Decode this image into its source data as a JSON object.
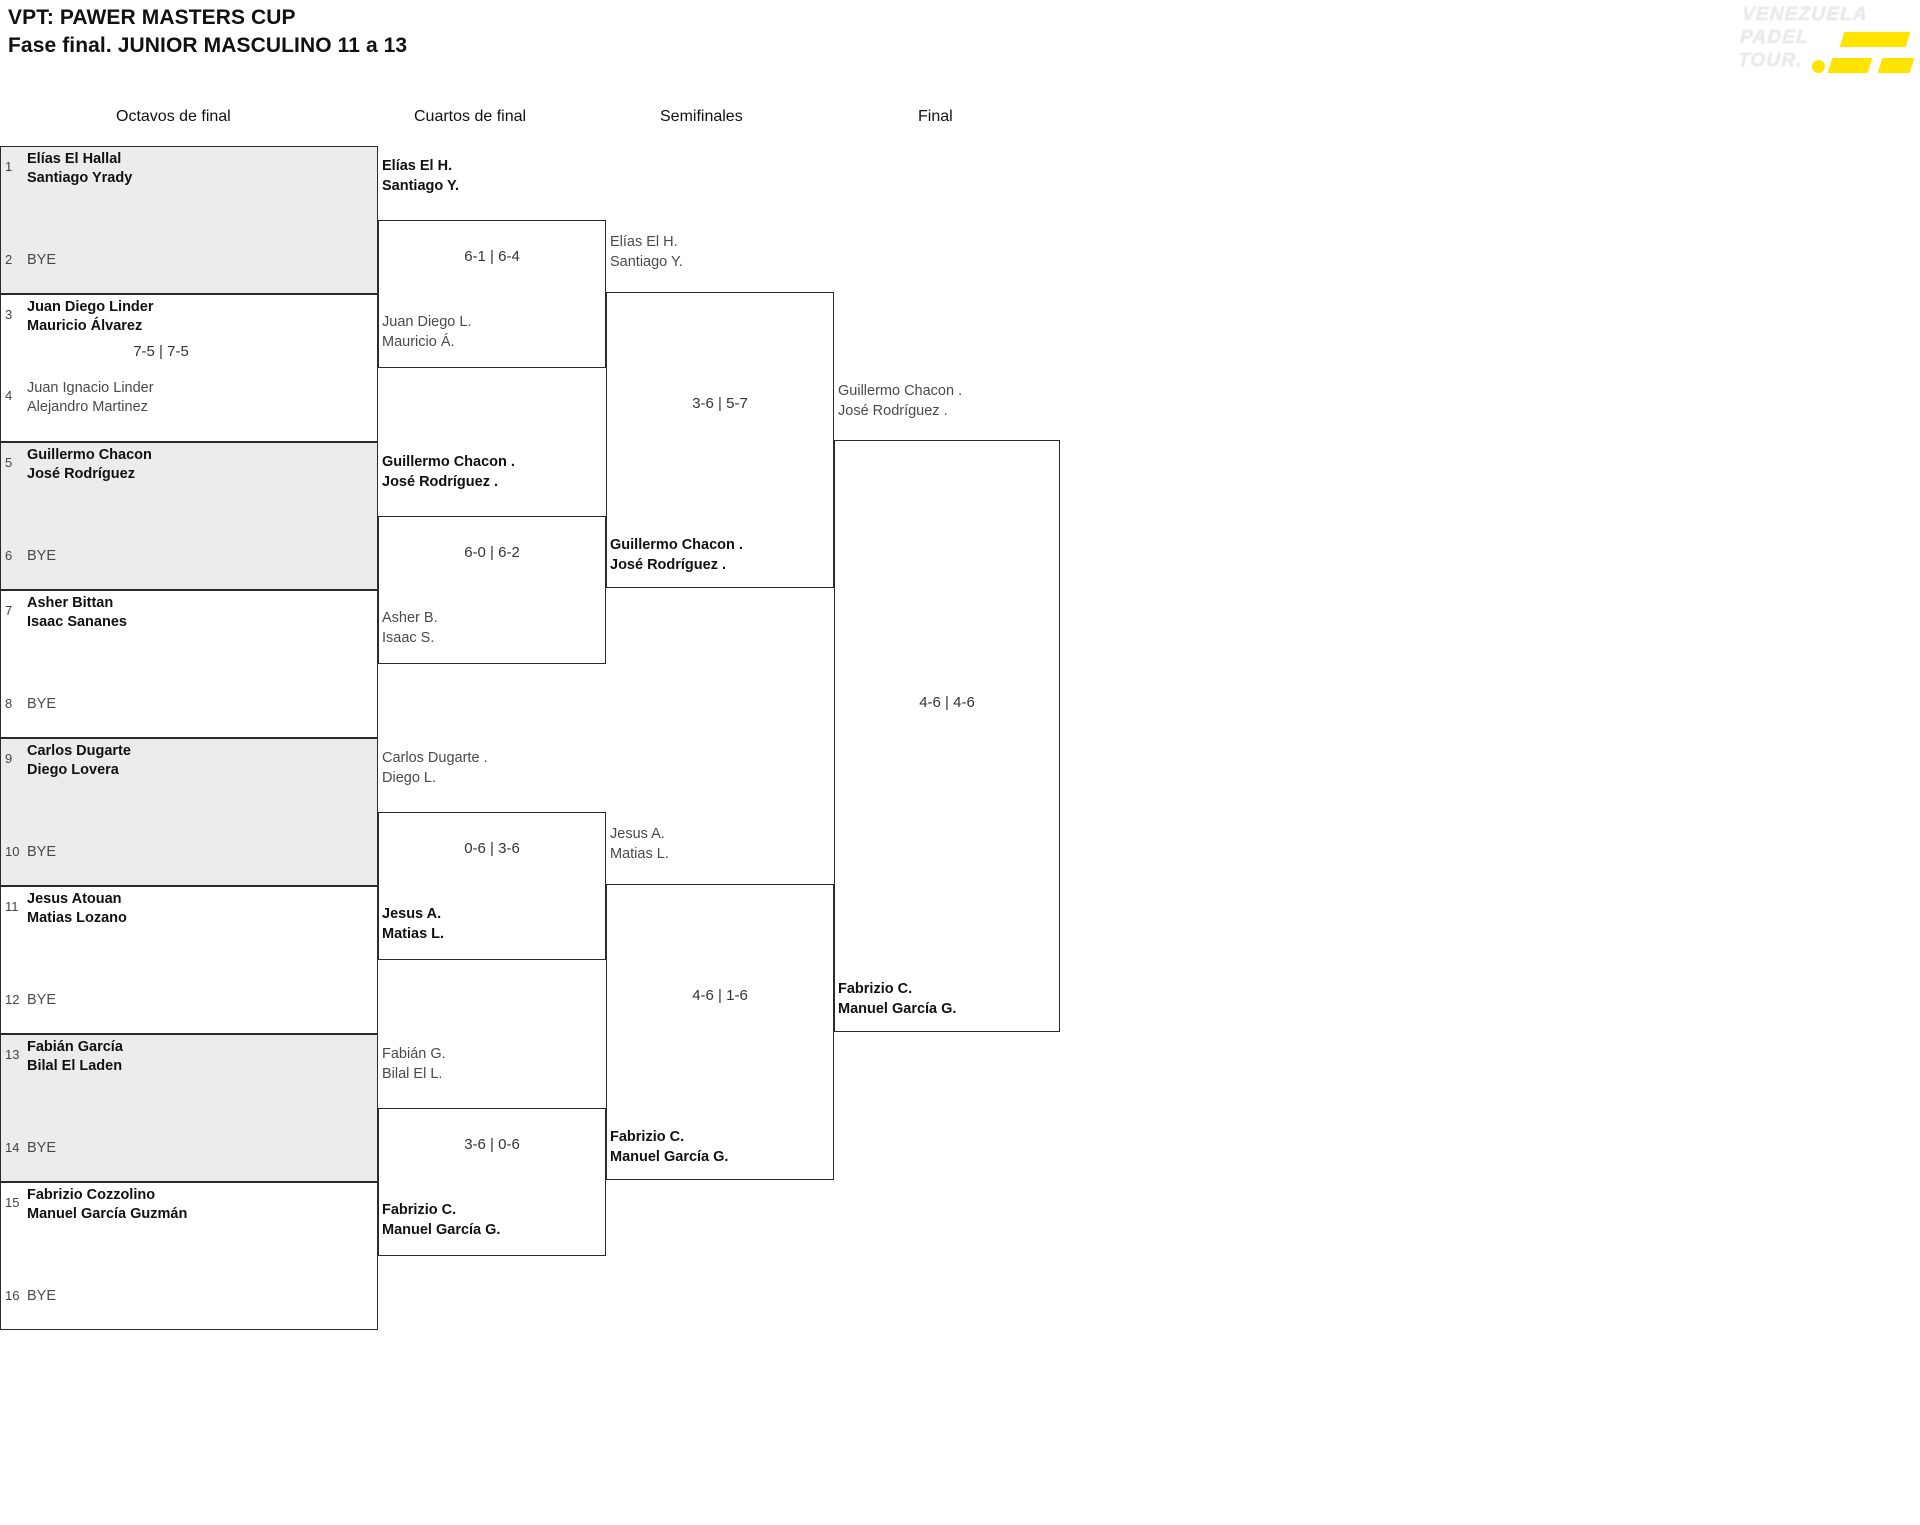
{
  "header": {
    "title_line1": "VPT: PAWER MASTERS CUP",
    "title_line2": "Fase final. JUNIOR MASCULINO 11 a 13"
  },
  "logo": {
    "line1": "VENEZUELA",
    "line2": "PADEL",
    "line3": "TOUR.",
    "accent_color": "#ffe400"
  },
  "rounds": [
    {
      "label": "Octavos de final"
    },
    {
      "label": "Cuartos de final"
    },
    {
      "label": "Semifinales"
    },
    {
      "label": "Final"
    }
  ],
  "colors": {
    "winner_text": "#111111",
    "loser_text": "#4a4a4a",
    "shaded_row": "#ececec",
    "border": "#2b2b2b"
  },
  "round1": {
    "matches": [
      {
        "score": "",
        "shaded": true,
        "top": {
          "seed": "1",
          "line1": "Elías El Hallal",
          "line2": "Santiago Yrady",
          "status": "winner"
        },
        "bottom": {
          "seed": "2",
          "line1": "BYE",
          "line2": "",
          "status": "loser"
        }
      },
      {
        "score": "7-5 | 7-5",
        "shaded": false,
        "top": {
          "seed": "3",
          "line1": "Juan Diego Linder",
          "line2": "Mauricio Álvarez",
          "status": "winner"
        },
        "bottom": {
          "seed": "4",
          "line1": "Juan Ignacio Linder",
          "line2": "Alejandro Martinez",
          "status": "loser"
        }
      },
      {
        "score": "",
        "shaded": true,
        "top": {
          "seed": "5",
          "line1": "Guillermo Chacon",
          "line2": "José Rodríguez",
          "status": "winner"
        },
        "bottom": {
          "seed": "6",
          "line1": "BYE",
          "line2": "",
          "status": "loser"
        }
      },
      {
        "score": "",
        "shaded": false,
        "top": {
          "seed": "7",
          "line1": "Asher Bittan",
          "line2": "Isaac Sananes",
          "status": "winner"
        },
        "bottom": {
          "seed": "8",
          "line1": "BYE",
          "line2": "",
          "status": "loser"
        }
      },
      {
        "score": "",
        "shaded": true,
        "top": {
          "seed": "9",
          "line1": "Carlos Dugarte",
          "line2": "Diego Lovera",
          "status": "winner"
        },
        "bottom": {
          "seed": "10",
          "line1": "BYE",
          "line2": "",
          "status": "loser"
        }
      },
      {
        "score": "",
        "shaded": false,
        "top": {
          "seed": "11",
          "line1": "Jesus Atouan",
          "line2": "Matias Lozano",
          "status": "winner"
        },
        "bottom": {
          "seed": "12",
          "line1": "BYE",
          "line2": "",
          "status": "loser"
        }
      },
      {
        "score": "",
        "shaded": true,
        "top": {
          "seed": "13",
          "line1": "Fabián García",
          "line2": "Bilal El Laden",
          "status": "winner"
        },
        "bottom": {
          "seed": "14",
          "line1": "BYE",
          "line2": "",
          "status": "loser"
        }
      },
      {
        "score": "",
        "shaded": false,
        "top": {
          "seed": "15",
          "line1": "Fabrizio Cozzolino",
          "line2": "Manuel García Guzmán",
          "status": "winner"
        },
        "bottom": {
          "seed": "16",
          "line1": "BYE",
          "line2": "",
          "status": "loser"
        }
      }
    ]
  },
  "round2": {
    "matches": [
      {
        "score": "6-1 | 6-4",
        "top": {
          "line1": "Elías El H.",
          "line2": "Santiago Y.",
          "status": "winner"
        },
        "bottom": {
          "line1": "Juan Diego L.",
          "line2": "Mauricio Á.",
          "status": "loser"
        }
      },
      {
        "score": "6-0 | 6-2",
        "top": {
          "line1": "Guillermo Chacon .",
          "line2": "José Rodríguez .",
          "status": "winner"
        },
        "bottom": {
          "line1": "Asher B.",
          "line2": "Isaac S.",
          "status": "loser"
        }
      },
      {
        "score": "0-6 | 3-6",
        "top": {
          "line1": "Carlos Dugarte .",
          "line2": "Diego L.",
          "status": "loser"
        },
        "bottom": {
          "line1": "Jesus A.",
          "line2": "Matias L.",
          "status": "winner"
        }
      },
      {
        "score": "3-6 | 0-6",
        "top": {
          "line1": "Fabián G.",
          "line2": "Bilal El L.",
          "status": "loser"
        },
        "bottom": {
          "line1": "Fabrizio C.",
          "line2": "Manuel García G.",
          "status": "winner"
        }
      }
    ]
  },
  "round3": {
    "matches": [
      {
        "score": "3-6 | 5-7",
        "top": {
          "line1": "Elías El H.",
          "line2": "Santiago Y.",
          "status": "loser"
        },
        "bottom": {
          "line1": "Guillermo Chacon .",
          "line2": "José Rodríguez .",
          "status": "winner"
        }
      },
      {
        "score": "4-6 | 1-6",
        "top": {
          "line1": "Jesus A.",
          "line2": "Matias L.",
          "status": "loser"
        },
        "bottom": {
          "line1": "Fabrizio C.",
          "line2": "Manuel García G.",
          "status": "winner"
        }
      }
    ]
  },
  "round4": {
    "matches": [
      {
        "score": "4-6 | 4-6",
        "top": {
          "line1": "Guillermo Chacon .",
          "line2": "José Rodríguez .",
          "status": "loser"
        },
        "bottom": {
          "line1": "Fabrizio C.",
          "line2": "Manuel García G.",
          "status": "winner"
        }
      }
    ]
  }
}
